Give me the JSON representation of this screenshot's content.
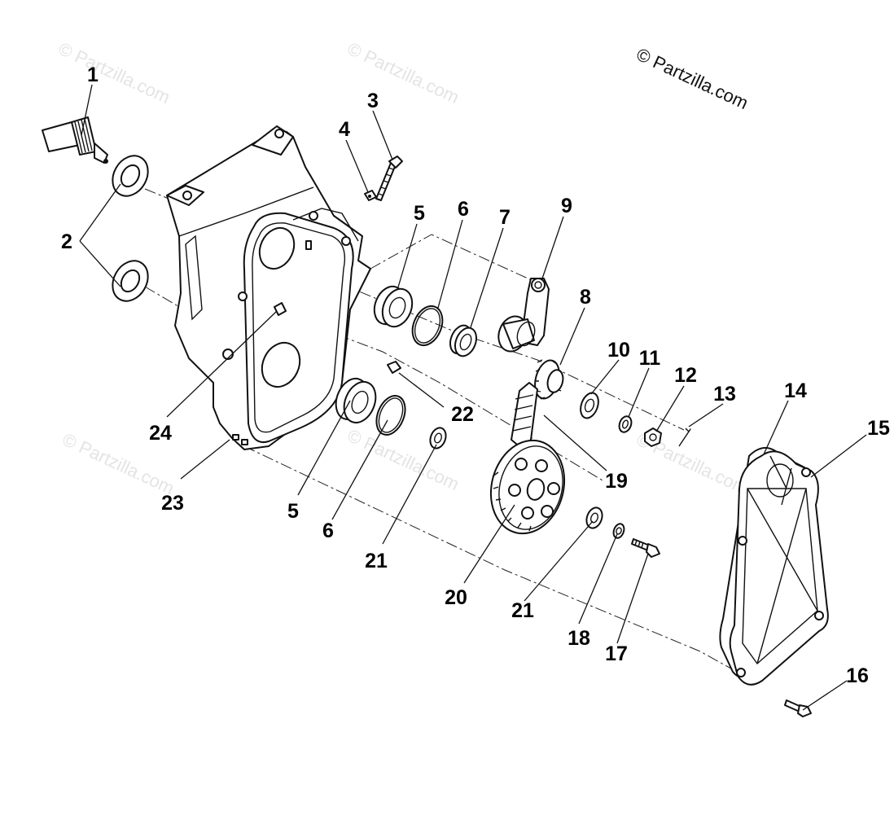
{
  "copyright": "© Partzilla.com",
  "watermark": "© Partzilla.com",
  "callouts": {
    "c1": "1",
    "c2": "2",
    "c3": "3",
    "c4": "4",
    "c5a": "5",
    "c5b": "5",
    "c6a": "6",
    "c6b": "6",
    "c7": "7",
    "c8": "8",
    "c9": "9",
    "c10": "10",
    "c11": "11",
    "c12": "12",
    "c13": "13",
    "c14": "14",
    "c15": "15",
    "c16": "16",
    "c17": "17",
    "c18": "18",
    "c19": "19",
    "c20": "20",
    "c21a": "21",
    "c21b": "21",
    "c22": "22",
    "c23": "23",
    "c24": "24"
  }
}
